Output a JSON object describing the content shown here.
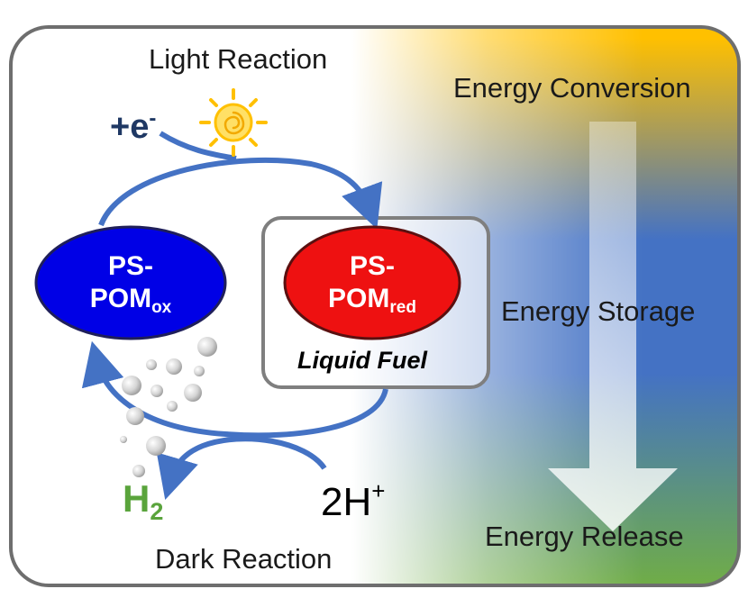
{
  "labels": {
    "light_reaction": "Light Reaction",
    "dark_reaction": "Dark Reaction",
    "electron_plus": "+e",
    "electron_sup": "-",
    "h2_main": "H",
    "h2_sub": "2",
    "proton_main": "2H",
    "proton_sup": "+"
  },
  "nodes": {
    "oxidized": {
      "line1": "PS-",
      "line2": "POM",
      "sub": "ox"
    },
    "reduced": {
      "line1": "PS-",
      "line2": "POM",
      "sub": "red"
    },
    "liquid_fuel": "Liquid Fuel"
  },
  "energy_stages": {
    "conversion": "Energy Conversion",
    "storage": "Energy Storage",
    "release": "Energy Release"
  },
  "colors": {
    "arrow_blue": "#4472c4",
    "oxidized_fill": "#0000e6",
    "reduced_fill": "#ee1111",
    "h2_green": "#5aa43c",
    "electron_navy": "#1f3864",
    "gradient_yellow": "#ffc000",
    "gradient_blue": "#4472c4",
    "gradient_green": "#70ad47"
  },
  "icons": [
    "sun-icon",
    "bubble-icon",
    "down-arrow-icon"
  ]
}
